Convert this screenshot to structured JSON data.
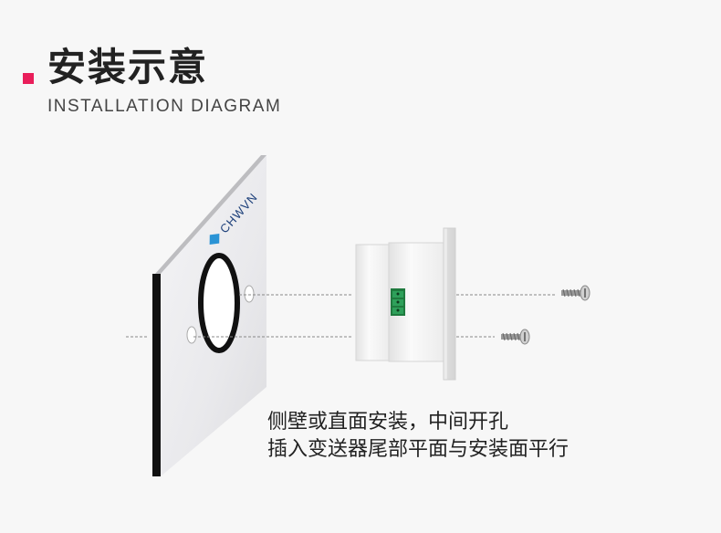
{
  "header": {
    "title": "安装示意",
    "subtitle": "INSTALLATION DIAGRAM",
    "accent_color": "#e91e5a"
  },
  "panel": {
    "brand": "CHWVN"
  },
  "caption": {
    "line1": "侧壁或直面安装，中间开孔",
    "line2": "插入变送器尾部平面与安装面平行"
  }
}
